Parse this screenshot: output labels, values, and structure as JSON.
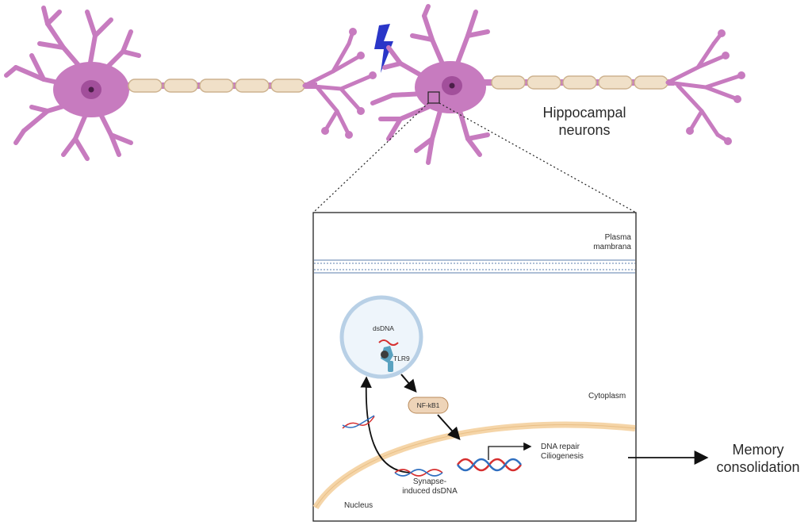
{
  "labels": {
    "hippocampal_neurons": [
      "Hippocampal",
      "neurons"
    ],
    "plasma_membrane": [
      "Plasma",
      "mambrana"
    ],
    "dsdna": "dsDNA",
    "tlr9": "TLR9",
    "cytoplasm": "Cytoplasm",
    "nfkb1": "NF-kB1",
    "dna_repair": "DNA repair",
    "ciliogenesis": "Ciliogenesis",
    "synapse_dsdna": [
      "Synapse-",
      "induced dsDNA"
    ],
    "nucleus": "Nucleus",
    "memory_consolidation": [
      "Memory",
      "consolidation"
    ]
  },
  "colors": {
    "neuron": "#c77bbf",
    "neuron_nucleus": "#a24f9b",
    "myelin": "#f0e0c8",
    "lightning": "#2a36c8",
    "nuclear_envelope": "#f5d5a8",
    "membrane": "#aebfd6",
    "vesicle": "#cfe1f1",
    "tlr9": "#5aa2c0",
    "nfkb1": "#eed4b8",
    "dna_red": "#d62f2f",
    "dna_blue": "#2f6fc0"
  }
}
